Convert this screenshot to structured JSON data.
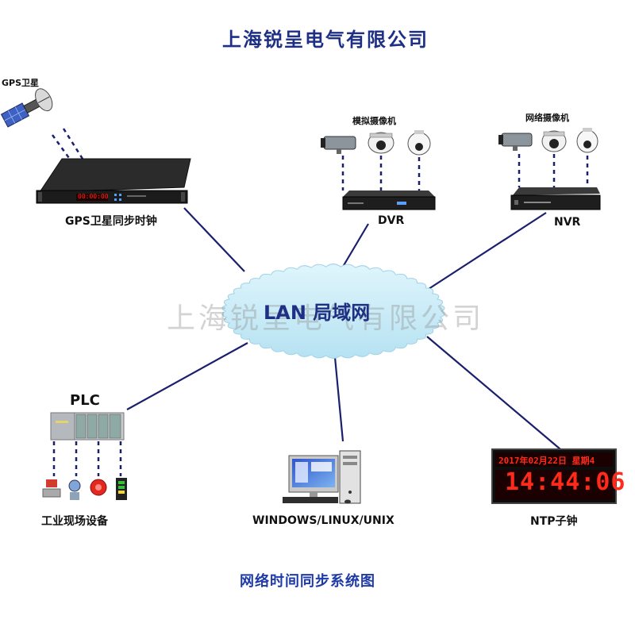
{
  "header": {
    "company": "上海锐呈电气有限公司"
  },
  "watermark": {
    "text": "上海锐呈电气有限公司"
  },
  "center": {
    "label": "LAN  局域网"
  },
  "nodes": {
    "gps_satellite": "GPS卫星",
    "gps_clock": "GPS卫星同步时钟",
    "clock_display": "00:00:00",
    "analog_camera": "模拟摄像机",
    "dvr": "DVR",
    "network_camera": "网络摄像机",
    "nvr": "NVR",
    "plc": "PLC",
    "field_devices": "工业现场设备",
    "computer": "WINDOWS/LINUX/UNIX",
    "ntp_clock": "NTP子钟",
    "ntp_date": "2017年02月22日 星期4",
    "ntp_time": "14:44:06"
  },
  "footer": {
    "title": "网络时间同步系统图"
  },
  "colors": {
    "title": "#1e2f86",
    "link_line": "#1a1f6e",
    "cloud_fill": "#c8ecf7",
    "led_red": "#ff2a1a",
    "footer": "#1e3aa8"
  }
}
